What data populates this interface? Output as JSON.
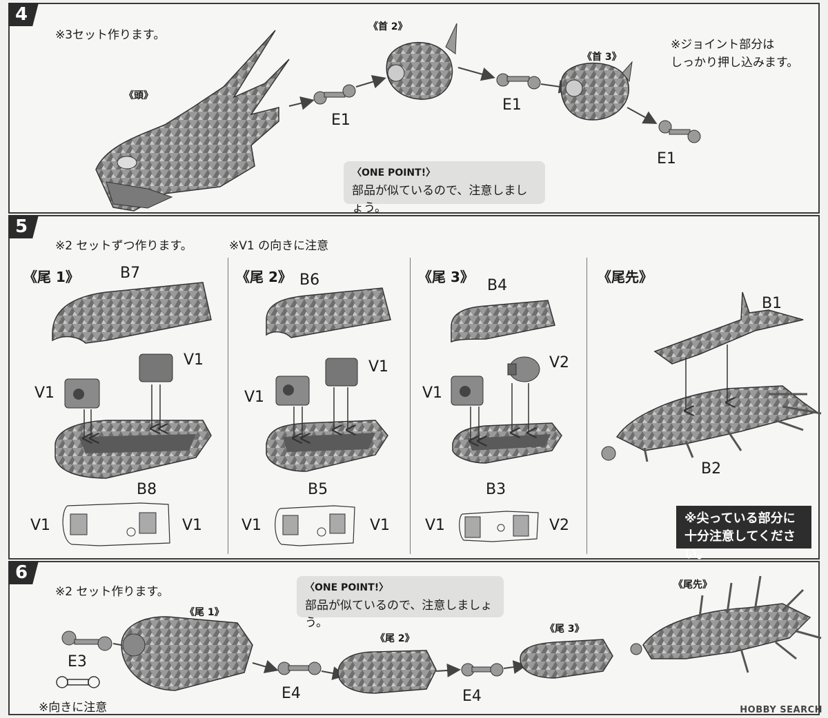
{
  "step4": {
    "number": "4",
    "note_sets": "※3セット作ります。",
    "note_joint_1": "※ジョイント部分は",
    "note_joint_2": "しっかり押し込みます。",
    "head_label": "《頭》",
    "neck2_label": "《首 2》",
    "neck3_label": "《首 3》",
    "e1_a": "E1",
    "e1_b": "E1",
    "e1_c": "E1",
    "onepoint_title": "〈ONE POINT!〉",
    "onepoint_body": "部品が似ているので、注意しましょう。"
  },
  "step5": {
    "number": "5",
    "note_sets": "※2 セットずつ作ります。",
    "note_v1": "※V1 の向きに注意",
    "tail1": {
      "title": "《尾 1》",
      "top": "B7",
      "bottom": "B8",
      "left_cap": "V1",
      "right_cap": "V1",
      "diag_left": "V1",
      "diag_right": "V1"
    },
    "tail2": {
      "title": "《尾 2》",
      "top": "B6",
      "bottom": "B5",
      "left_cap": "V1",
      "right_cap": "V1",
      "diag_left": "V1",
      "diag_right": "V1"
    },
    "tail3": {
      "title": "《尾 3》",
      "top": "B4",
      "bottom": "B3",
      "left_cap": "V1",
      "right_cap": "V2",
      "diag_left": "V1",
      "diag_right": "V2"
    },
    "tailtip": {
      "title": "《尾先》",
      "top": "B1",
      "bottom": "B2"
    },
    "warning_1": "※尖っている部分に",
    "warning_2": "十分注意してください。"
  },
  "step6": {
    "number": "6",
    "note_sets": "※2 セット作ります。",
    "onepoint_title": "〈ONE POINT!〉",
    "onepoint_body": "部品が似ているので、注意しましょう。",
    "tail1_label": "《尾 1》",
    "tail2_label": "《尾 2》",
    "tail3_label": "《尾 3》",
    "tailtip_label": "《尾先》",
    "e3": "E3",
    "e4_a": "E4",
    "e4_b": "E4",
    "note_direction": "※向きに注意"
  },
  "watermark": "HOBBY SEARCH",
  "colors": {
    "ink": "#1a1a1a",
    "part": "#9a9a9a",
    "part_dark": "#5a5a5a",
    "box": "#2d2d2d",
    "onepoint_bg": "#e0e0de"
  }
}
